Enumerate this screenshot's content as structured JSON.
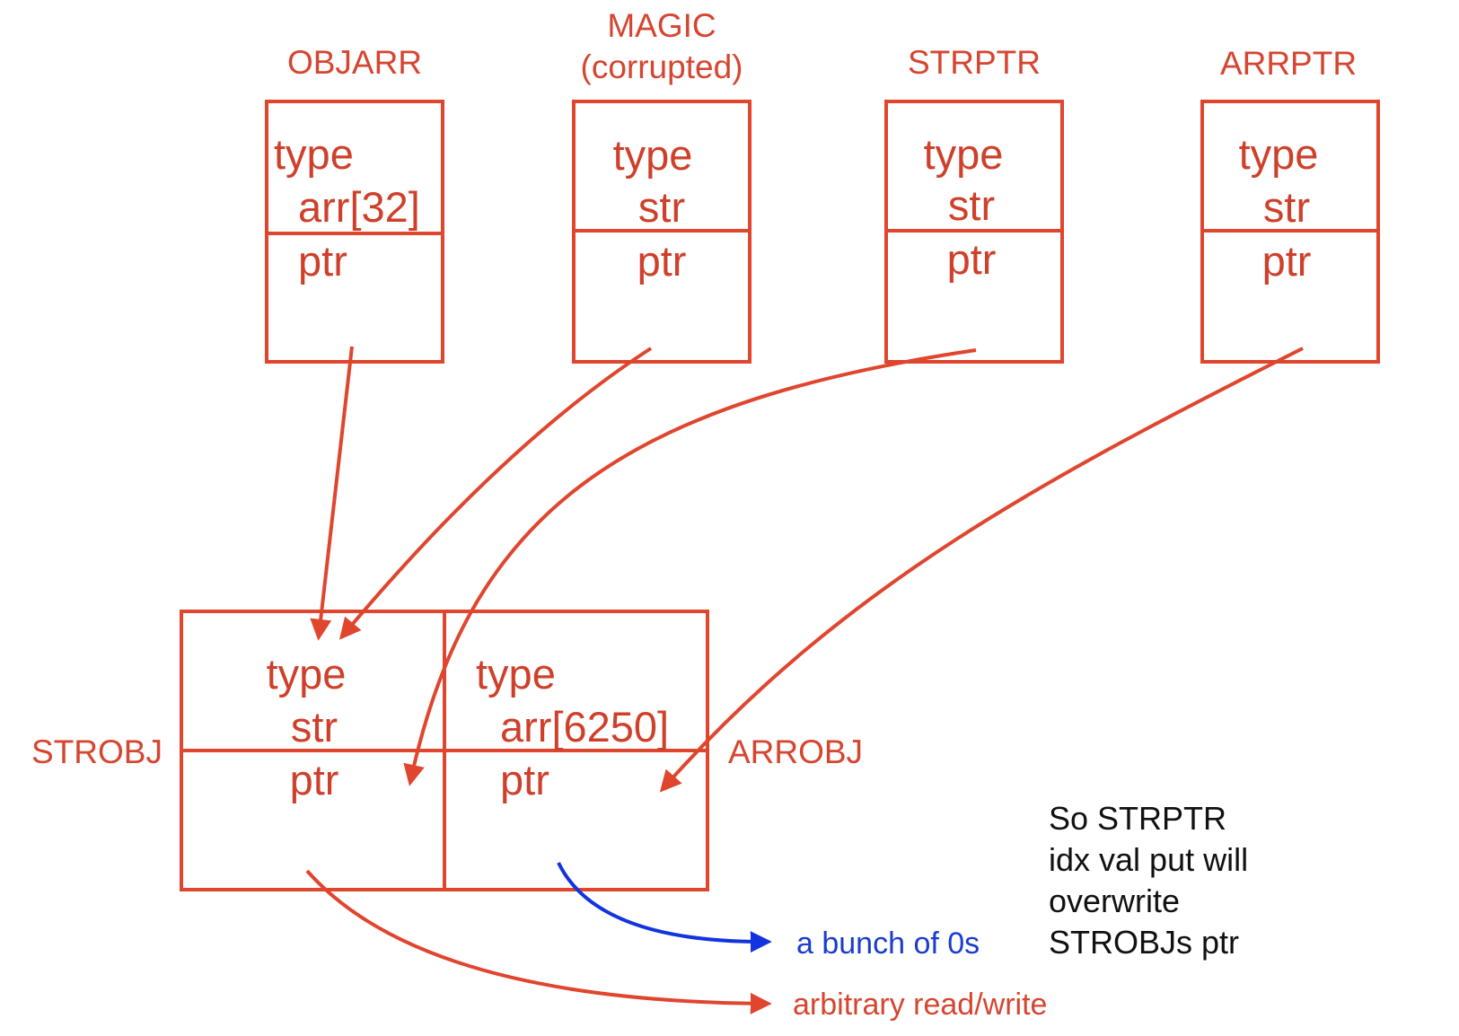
{
  "colors": {
    "struct": "#e0452e",
    "text_red": "#d64530",
    "text_blue": "#1a3ccf",
    "arrow_blue": "#1234e0",
    "text_black": "#111111"
  },
  "top_structs": [
    {
      "title": [
        "OBJARR"
      ],
      "fields": [
        "type",
        "arr[32]",
        "ptr"
      ]
    },
    {
      "title": [
        "MAGIC",
        "(corrupted)"
      ],
      "fields": [
        "type",
        "str",
        "ptr"
      ]
    },
    {
      "title": [
        "STRPTR"
      ],
      "fields": [
        "type",
        "str",
        "ptr"
      ]
    },
    {
      "title": [
        "ARRPTR"
      ],
      "fields": [
        "type",
        "str",
        "ptr"
      ]
    }
  ],
  "bottom_objects": [
    {
      "label": "STROBJ",
      "fields": [
        "type",
        "str",
        "ptr"
      ]
    },
    {
      "label": "ARROBJ",
      "fields": [
        "type",
        "arr[6250]",
        "ptr"
      ]
    }
  ],
  "outputs": {
    "zeros": "a bunch of 0s",
    "arbitrary": "arbitrary read/write"
  },
  "note": {
    "lines": [
      "So STRPTR",
      "idx val put will",
      "overwrite",
      "STROBJs ptr"
    ]
  }
}
